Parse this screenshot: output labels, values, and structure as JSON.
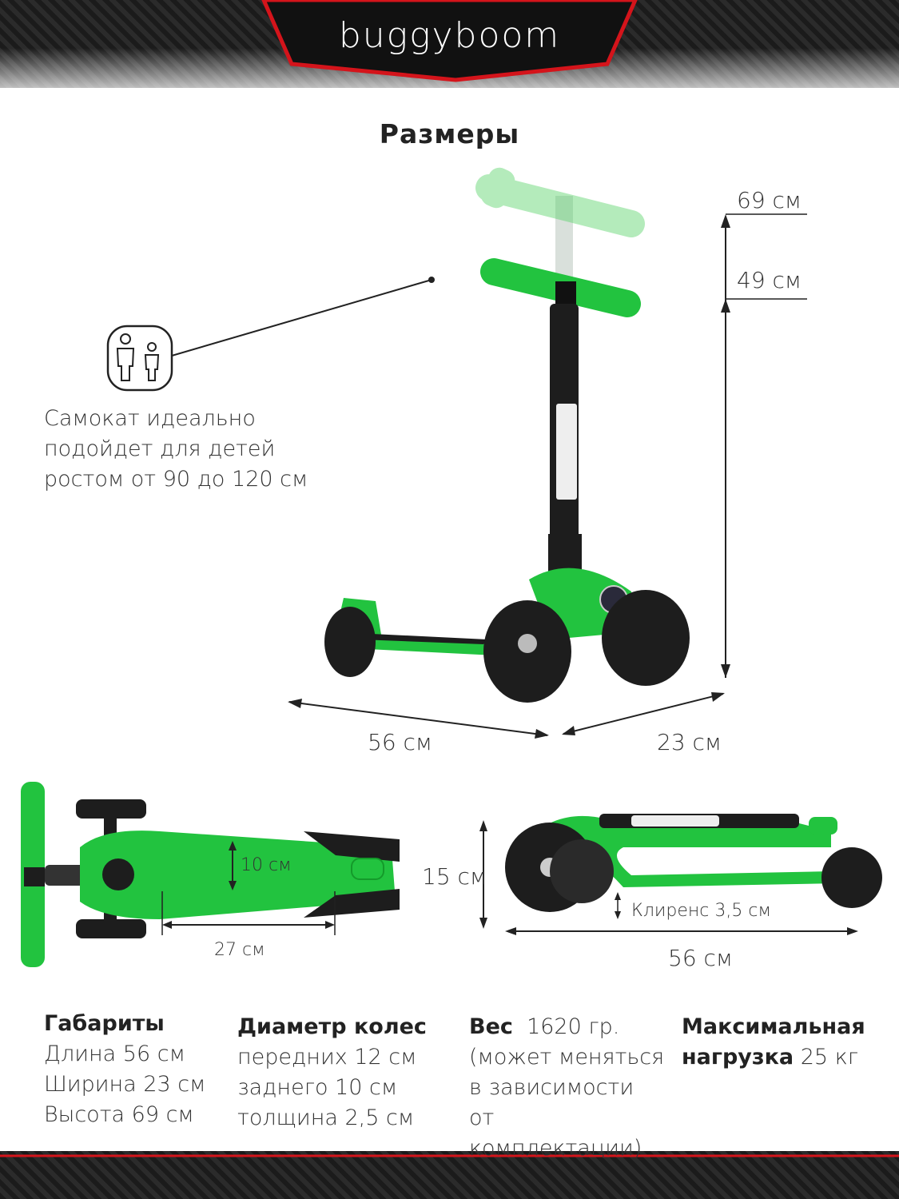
{
  "header": {
    "brand": "buggyboom"
  },
  "title": "Размеры",
  "heights": {
    "top": "69 см",
    "mid": "49 см"
  },
  "side_dims": {
    "length": "56 см",
    "width": "23 см"
  },
  "height_note": "Самокат идеально подойдет для детей ростом от  90 до 120 см",
  "top_view": {
    "deck_width": "10 см",
    "deck_length": "27 см"
  },
  "folded": {
    "height": "15 см",
    "clearance": "Клиренс 3,5 см",
    "length": "56 см"
  },
  "specs": {
    "dims": {
      "title": "Габариты",
      "l": "Длина 56 см",
      "w": "Ширина 23 см",
      "h": "Высота 69 см"
    },
    "wheels": {
      "title": "Диаметр колес",
      "front": "передних 12 см",
      "rear": "заднего 10 см",
      "thick": "толщина 2,5 см"
    },
    "weight": {
      "title": "Вес",
      "value": "1620 гр.",
      "n1": "(может меняться",
      "n2": "в зависимости",
      "n3": "от комплектации)"
    },
    "load": {
      "title1": "Максимальная",
      "title2": "нагрузка",
      "value": "25 кг"
    }
  },
  "colors": {
    "green": "#22c33f",
    "black": "#1d1d1d"
  }
}
